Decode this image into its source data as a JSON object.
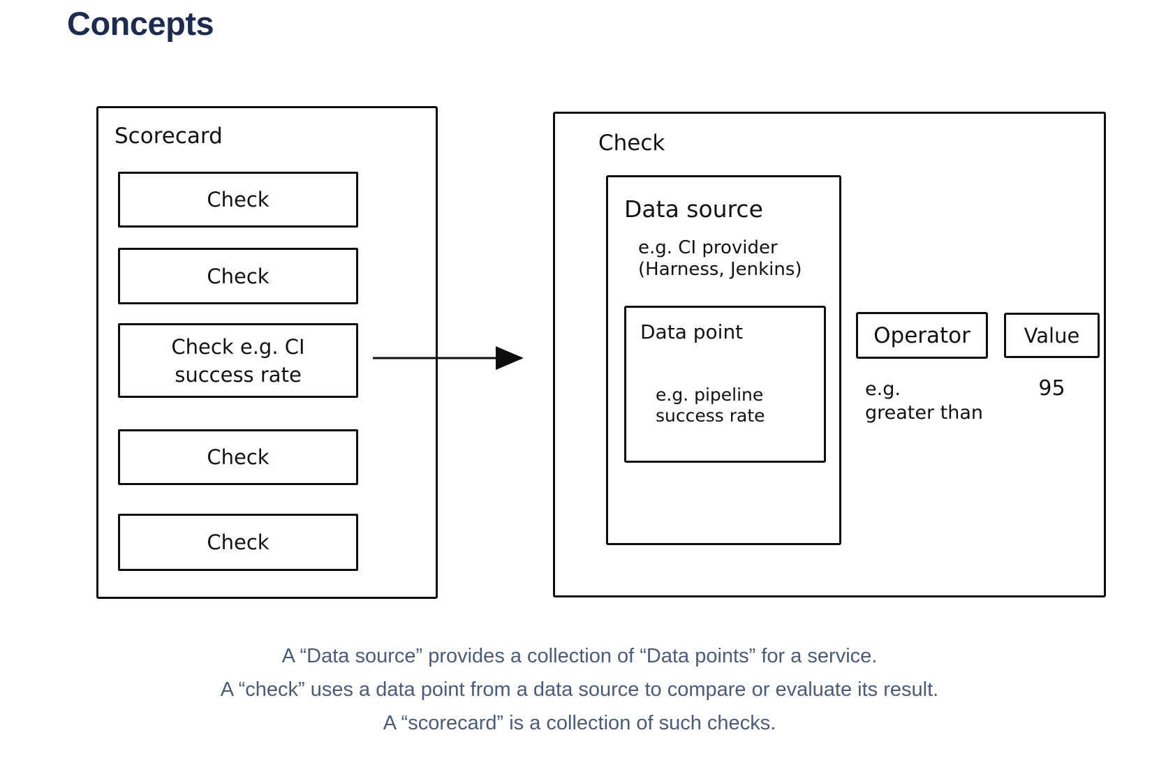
{
  "page": {
    "title": "Concepts",
    "colors": {
      "title_text": "#1d2b4e",
      "footer_text": "#4c5b75",
      "diagram_lines": "#0d0d0d",
      "background": "#ffffff"
    }
  },
  "diagram": {
    "scorecard": {
      "label": "Scorecard",
      "checks": [
        "Check",
        "Check",
        "Check e.g. CI success rate",
        "Check",
        "Check"
      ]
    },
    "arrow": {
      "from": "Check e.g. CI success rate",
      "to": "Check"
    },
    "check_detail": {
      "label": "Check",
      "data_source": {
        "label": "Data source",
        "caption_line1": "e.g. CI provider",
        "caption_line2": "(Harness, Jenkins)",
        "data_point": {
          "label": "Data point",
          "caption_line1": "e.g. pipeline",
          "caption_line2": "success rate"
        }
      },
      "operator": {
        "label": "Operator",
        "caption_line1": "e.g.",
        "caption_line2": "greater than"
      },
      "value": {
        "label": "Value",
        "example": "95"
      }
    }
  },
  "footer": {
    "lines": [
      "A “Data source” provides a collection of “Data points” for a service.",
      "A “check” uses a data point from a data source to compare or evaluate its result.",
      "A “scorecard” is a collection of such checks."
    ]
  }
}
